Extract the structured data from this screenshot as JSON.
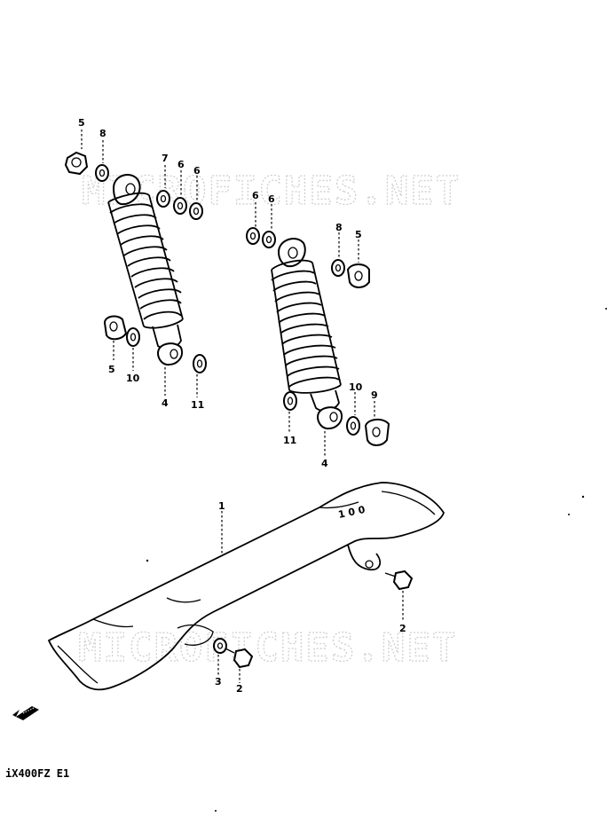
{
  "watermark": "MICROFICHES.NET",
  "footer_model_code": "iX400FZ E1",
  "callouts": {
    "c1": "5",
    "c2": "8",
    "c3": "7",
    "c4": "6",
    "c5": "6",
    "c6": "6",
    "c7": "6",
    "c8": "8",
    "c9": "5",
    "c10": "5",
    "c11": "10",
    "c12": "4",
    "c13": "11",
    "c14": "11",
    "c15": "4",
    "c16": "10",
    "c17": "9",
    "c18": "1",
    "c19": "2",
    "c20": "3",
    "c21": "2"
  },
  "icons": {
    "front": "front-direction-arrow-icon",
    "shock_left": "rear-shock-absorber-icon",
    "shock_right": "rear-shock-absorber-icon",
    "chain_case": "chain-case-icon",
    "bolt": "bolt-icon",
    "washer": "washer-icon",
    "nut": "nut-icon"
  }
}
